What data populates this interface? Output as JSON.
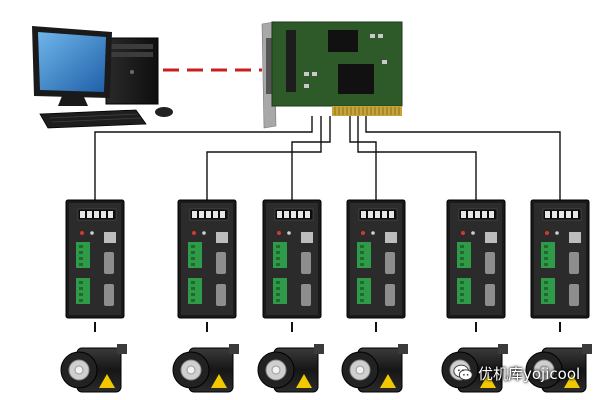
{
  "colors": {
    "link_dashed": "#c81e1e",
    "wire": "#111111",
    "pcb": "#2e5a2a",
    "drive_body": "#1a1a1a",
    "drive_panel": "#2b2b2b",
    "terminal": "#2f9b48",
    "led": "#e6e6e6",
    "motor_body": "#1b1b1b",
    "shaft": "#cfcfcf",
    "warning_label": "#f2c800"
  },
  "devices": {
    "computer": {
      "icon": "desktop-computer-icon"
    },
    "controller": {
      "icon": "motion-control-card-icon"
    },
    "drive_count": 6,
    "motor_count": 6
  },
  "watermark": {
    "text": "优机库yojicool",
    "icon": "wechat-bubble-icon"
  }
}
